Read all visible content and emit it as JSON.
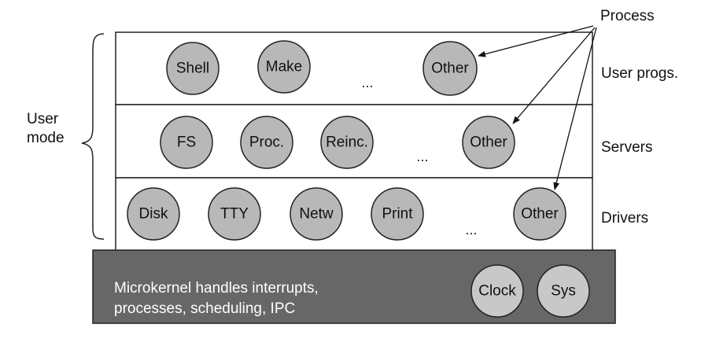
{
  "process_label": "Process",
  "user_mode": {
    "line1": "User",
    "line2": "mode"
  },
  "layers": {
    "user": {
      "label": "User progs.",
      "items": [
        "Shell",
        "Make",
        "Other"
      ],
      "ellipsis": "..."
    },
    "servers": {
      "label": "Servers",
      "items": [
        "FS",
        "Proc.",
        "Reinc.",
        "Other"
      ],
      "ellipsis": "..."
    },
    "drivers": {
      "label": "Drivers",
      "items": [
        "Disk",
        "TTY",
        "Netw",
        "Print",
        "Other"
      ],
      "ellipsis": "..."
    }
  },
  "kernel": {
    "line1": "Microkernel handles interrupts,",
    "line2": "processes, scheduling, IPC",
    "items": [
      "Clock",
      "Sys"
    ]
  },
  "colors": {
    "circle_fill": "#b8b8b8",
    "kernel_fill": "#676767",
    "kernel_circle_fill": "#c8c8c8",
    "stroke": "#222222"
  }
}
